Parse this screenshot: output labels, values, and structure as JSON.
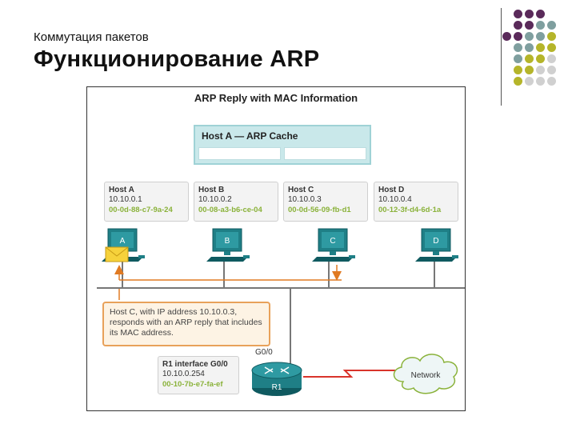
{
  "slide": {
    "subtitle": "Коммутация пакетов",
    "title": "Функционирование ARP"
  },
  "diagram": {
    "title": "ARP Reply with MAC Information",
    "cache_title": "Host A — ARP Cache",
    "hosts": [
      {
        "name": "Host A",
        "ip": "10.10.0.1",
        "mac": "00-0d-88-c7-9a-24",
        "letter": "A"
      },
      {
        "name": "Host B",
        "ip": "10.10.0.2",
        "mac": "00-08-a3-b6-ce-04",
        "letter": "B"
      },
      {
        "name": "Host C",
        "ip": "10.10.0.3",
        "mac": "00-0d-56-09-fb-d1",
        "letter": "C"
      },
      {
        "name": "Host D",
        "ip": "10.10.0.4",
        "mac": "00-12-3f-d4-6d-1a",
        "letter": "D"
      }
    ],
    "callout": "Host C, with IP address 10.10.0.3, responds with an ARP reply that includes its MAC address.",
    "router": {
      "interface_title": "R1 interface G0/0",
      "ip": "10.10.0.254",
      "mac": "00-10-7b-e7-fa-ef",
      "interface_label": "G0/0",
      "name": "R1"
    },
    "cloud_label": "Network",
    "colors": {
      "arrow": "#e07a22",
      "mac_text": "#8ab23a",
      "cache_fill": "#c9e8ea",
      "pc_teal": "#1f7f86",
      "wan_link": "#d9342b"
    }
  },
  "decor": {
    "colors": {
      "purple": "#5a2a5a",
      "teal": "#7f9f9f",
      "olive": "#b5b52a",
      "gray": "#d0d0d0"
    }
  }
}
